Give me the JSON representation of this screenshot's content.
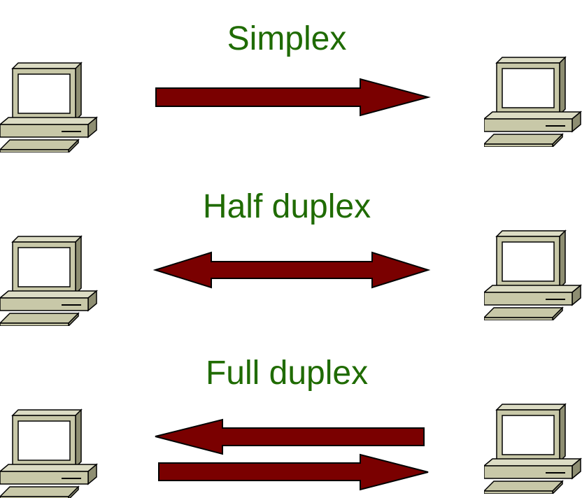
{
  "colors": {
    "label": "#1f6b00",
    "arrow_fill": "#7a0000",
    "arrow_stroke": "#000000",
    "computer_face": "#c8c8a8",
    "computer_side": "#8e8e72",
    "computer_top": "#dcdcc4",
    "screen": "#ffffff"
  },
  "icons": {
    "computer": "desktop-computer-icon"
  },
  "modes": [
    {
      "label": "Simplex",
      "arrows": [
        "right"
      ]
    },
    {
      "label": "Half duplex",
      "arrows": [
        "both"
      ]
    },
    {
      "label": "Full duplex",
      "arrows": [
        "left",
        "right"
      ]
    }
  ]
}
